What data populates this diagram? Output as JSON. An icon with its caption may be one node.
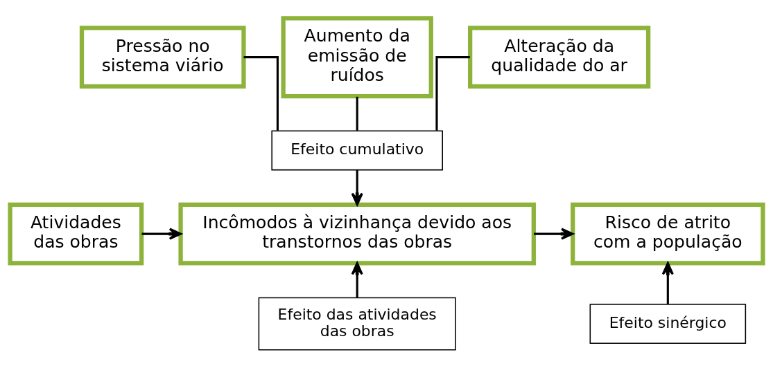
{
  "diagram": {
    "nodes": [
      {
        "text": [
          "Pressão no sistema viário"
        ]
      },
      {
        "text": [
          "Aumento da emissão de ruídos"
        ]
      },
      {
        "text": [
          "Alteração da qualidade do ar"
        ]
      },
      {
        "text": [
          "Efeito cumulativo"
        ]
      },
      {
        "text": [
          "Atividades das obras"
        ]
      },
      {
        "text": [
          "Incômodos à vizinhança devido aos transtornos das obras"
        ]
      },
      {
        "text": [
          "Risco de atrito com a população"
        ]
      },
      {
        "text": [
          "Efeito das atividades das obras"
        ]
      },
      {
        "text": [
          "Efeito sinérgico"
        ]
      }
    ],
    "edges": [
      {
        "from": 0,
        "to": 3,
        "arrow": "none"
      },
      {
        "from": 1,
        "to": 3,
        "arrow": "none"
      },
      {
        "from": 2,
        "to": 3,
        "arrow": "none"
      },
      {
        "from": 3,
        "to": 5,
        "arrow": "to"
      },
      {
        "from": 4,
        "to": 5,
        "arrow": "to"
      },
      {
        "from": 7,
        "to": 5,
        "arrow": "to"
      },
      {
        "from": 5,
        "to": 6,
        "arrow": "to"
      },
      {
        "from": 8,
        "to": 6,
        "arrow": "to"
      }
    ]
  }
}
